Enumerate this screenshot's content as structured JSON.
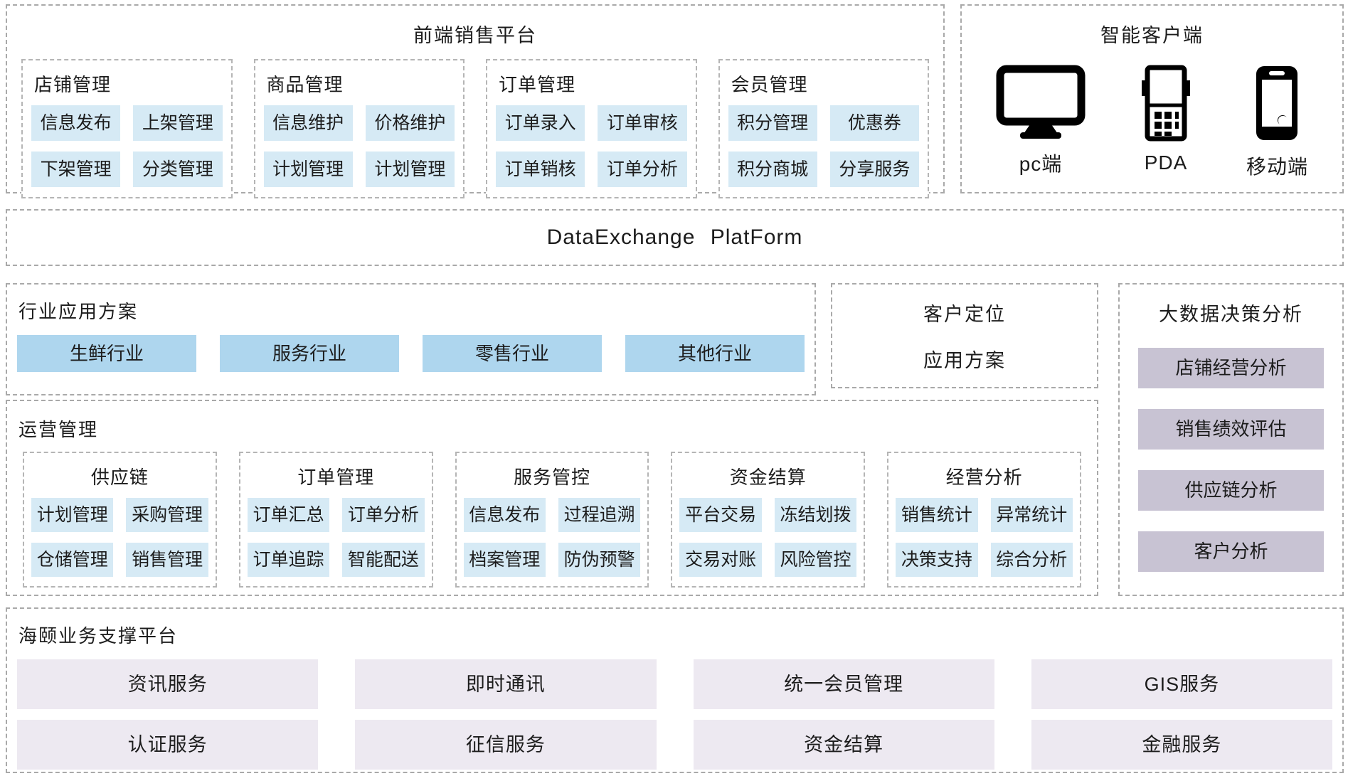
{
  "colors": {
    "feature_item_blue": "#d6eaf5",
    "industry_blue": "#aed6ee",
    "analysis_purple": "#c8c3d3",
    "support_lavender": "#ede9f1",
    "dashed_border_gray": "#a9a9a9",
    "text": "#1c1c1c"
  },
  "frontend_platform": {
    "title": "前端销售平台",
    "groups": [
      {
        "title": "店铺管理",
        "items": [
          "信息发布",
          "上架管理",
          "下架管理",
          "分类管理"
        ]
      },
      {
        "title": "商品管理",
        "items": [
          "信息维护",
          "价格维护",
          "计划管理",
          "计划管理"
        ]
      },
      {
        "title": "订单管理",
        "items": [
          "订单录入",
          "订单审核",
          "订单销核",
          "订单分析"
        ]
      },
      {
        "title": "会员管理",
        "items": [
          "积分管理",
          "优惠券",
          "积分商城",
          "分享服务"
        ]
      }
    ]
  },
  "smart_client": {
    "title": "智能客户端",
    "devices": [
      {
        "icon": "desktop-monitor-icon",
        "label": "pc端"
      },
      {
        "icon": "pda-device-icon",
        "label": "PDA"
      },
      {
        "icon": "mobile-phone-icon",
        "label": "移动端"
      }
    ]
  },
  "data_exchange": {
    "title": "DataExchange PlatForm"
  },
  "industry_solutions": {
    "title": "行业应用方案",
    "items": [
      "生鲜行业",
      "服务行业",
      "零售行业",
      "其他行业"
    ]
  },
  "customer_positioning": {
    "line1": "客户定位",
    "line2": "应用方案"
  },
  "bigdata_analysis": {
    "title": "大数据决策分析",
    "items": [
      "店铺经营分析",
      "销售绩效评估",
      "供应链分析",
      "客户分析"
    ]
  },
  "operations": {
    "title": "运营管理",
    "groups": [
      {
        "title": "供应链",
        "items": [
          "计划管理",
          "采购管理",
          "仓储管理",
          "销售管理"
        ]
      },
      {
        "title": "订单管理",
        "items": [
          "订单汇总",
          "订单分析",
          "订单追踪",
          "智能配送"
        ]
      },
      {
        "title": "服务管控",
        "items": [
          "信息发布",
          "过程追溯",
          "档案管理",
          "防伪预警"
        ]
      },
      {
        "title": "资金结算",
        "items": [
          "平台交易",
          "冻结划拨",
          "交易对账",
          "风险管控"
        ]
      },
      {
        "title": "经营分析",
        "items": [
          "销售统计",
          "异常统计",
          "决策支持",
          "综合分析"
        ]
      }
    ]
  },
  "support_platform": {
    "title": "海颐业务支撑平台",
    "items": [
      "资讯服务",
      "即时通讯",
      "统一会员管理",
      "GIS服务",
      "认证服务",
      "征信服务",
      "资金结算",
      "金融服务"
    ]
  }
}
